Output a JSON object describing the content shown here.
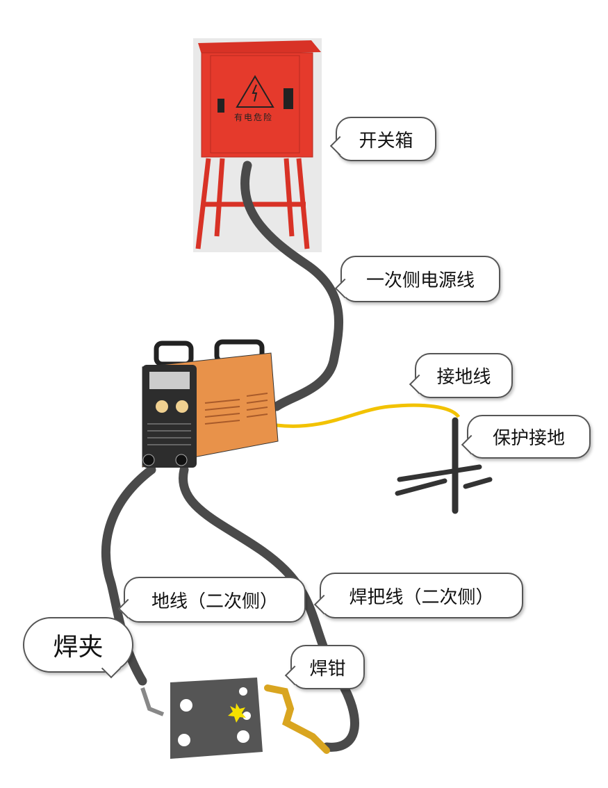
{
  "title": "焊机接线示意图",
  "labels": {
    "switch_box": "开关箱",
    "primary_cable": "一次侧电源线",
    "ground_wire": "接地线",
    "protective_ground": "保护接地",
    "ground_cable_secondary": "地线（二次侧）",
    "electrode_cable_secondary": "焊把线（二次侧）",
    "work_clamp": "焊夹",
    "electrode_holder": "焊钳"
  },
  "switch_box_sign": "有电危险",
  "colors": {
    "box": "#e53a2c",
    "welder": "#e8924a",
    "cable": "#4a4a4a",
    "ground": "#f2c200",
    "plate": "#555555",
    "holder": "#d9a520"
  }
}
